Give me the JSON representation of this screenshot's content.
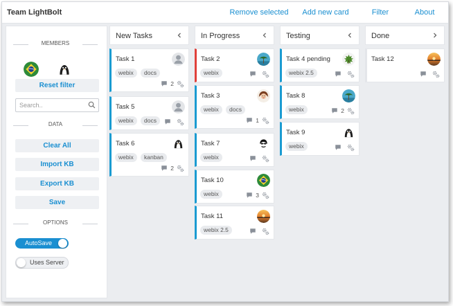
{
  "app": {
    "title": "Team LightBolt"
  },
  "toolbar": {
    "remove_selected": "Remove selected",
    "add_new_card": "Add new card",
    "filter": "Filter",
    "about": "About"
  },
  "sidebar": {
    "members_label": "MEMBERS",
    "reset_filter": "Reset filter",
    "search_placeholder": "Search..",
    "data_label": "DATA",
    "clear_all": "Clear All",
    "import_kb": "Import KB",
    "export_kb": "Export KB",
    "save": "Save",
    "options_label": "OPTIONS",
    "autosave": "AutoSave",
    "uses_server": "Uses Server"
  },
  "colors": {
    "accent": "#1a8fd1",
    "card_border": "#1a9bd1",
    "priority": "#e0403a"
  },
  "columns": [
    {
      "title": "New Tasks",
      "cards": [
        {
          "title": "Task 1",
          "tags": [
            "webix",
            "docs"
          ],
          "comments": "2"
        },
        {
          "title": "Task 5",
          "tags": [
            "webix",
            "docs"
          ],
          "comments": ""
        },
        {
          "title": "Task 6",
          "tags": [
            "webix",
            "kanban"
          ],
          "comments": "2"
        }
      ]
    },
    {
      "title": "In Progress",
      "cards": [
        {
          "title": "Task 2",
          "tags": [
            "webix"
          ],
          "comments": ""
        },
        {
          "title": "Task 3",
          "tags": [
            "webix",
            "docs"
          ],
          "comments": "1"
        },
        {
          "title": "Task 7",
          "tags": [
            "webix"
          ],
          "comments": ""
        },
        {
          "title": "Task 10",
          "tags": [
            "webix"
          ],
          "comments": "3"
        },
        {
          "title": "Task 11",
          "tags": [
            "webix 2.5"
          ],
          "comments": ""
        }
      ]
    },
    {
      "title": "Testing",
      "cards": [
        {
          "title": "Task 4 pending",
          "tags": [
            "webix 2.5"
          ],
          "comments": ""
        },
        {
          "title": "Task 8",
          "tags": [
            "webix"
          ],
          "comments": "2"
        },
        {
          "title": "Task 9",
          "tags": [
            "webix"
          ],
          "comments": ""
        }
      ]
    },
    {
      "title": "Done",
      "cards": [
        {
          "title": "Task 12",
          "tags": [],
          "comments": ""
        }
      ]
    }
  ]
}
